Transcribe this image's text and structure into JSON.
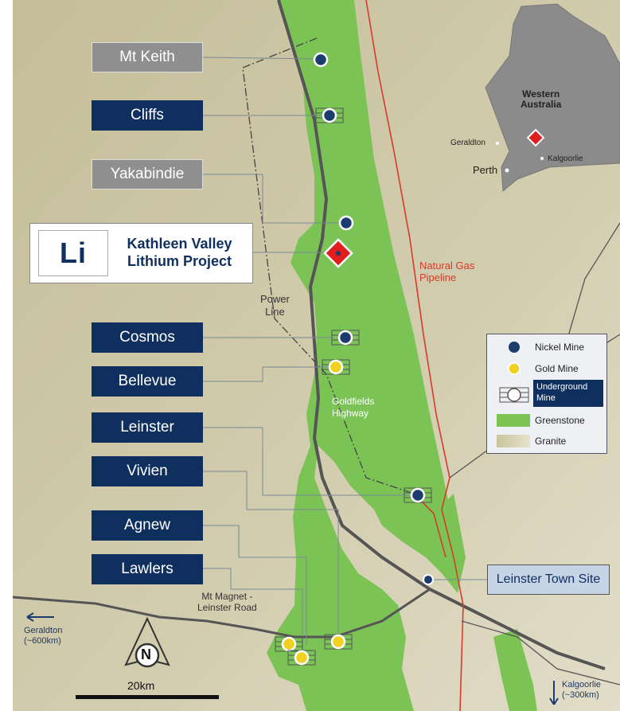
{
  "labels": {
    "mt_keith": "Mt Keith",
    "cliffs": "Cliffs",
    "yakabindie": "Yakabindie",
    "cosmos": "Cosmos",
    "bellevue": "Bellevue",
    "leinster": "Leinster",
    "vivien": "Vivien",
    "agnew": "Agnew",
    "lawlers": "Lawlers",
    "leinster_town": "Leinster Town Site"
  },
  "project": {
    "logo_text": "Li",
    "line1": "Kathleen Valley",
    "line2": "Lithium Project"
  },
  "map_text": {
    "power_line_1": "Power",
    "power_line_2": "Line",
    "pipeline_1": "Natural Gas",
    "pipeline_2": "Pipeline",
    "highway_1": "Goldfields",
    "highway_2": "Highway",
    "road_1": "Mt Magnet -",
    "road_2": "Leinster Road",
    "geraldton_1": "Geraldton",
    "geraldton_2": "(~600km)",
    "kalgoorlie_1": "Kalgoorlie",
    "kalgoorlie_2": "(~300km)",
    "north": "N",
    "scale": "20km"
  },
  "inset": {
    "title1": "Western",
    "title2": "Australia",
    "geraldton": "Geraldton",
    "perth": "Perth",
    "kalgoorlie": "Kalgoorlie"
  },
  "legend": {
    "nickel": "Nickel Mine",
    "gold": "Gold Mine",
    "underground1": "Underground",
    "underground2": "Mine",
    "greenstone": "Greenstone",
    "granite": "Granite"
  },
  "colors": {
    "greenstone": "#7cc356",
    "granite": "#c9c39e",
    "nickel": "#1d3c6e",
    "gold": "#f0d020",
    "label_dark": "#0f2f5f",
    "label_grey": "#8f8f8f",
    "pipeline": "#d83a2a",
    "project_marker": "#e01e1e"
  }
}
